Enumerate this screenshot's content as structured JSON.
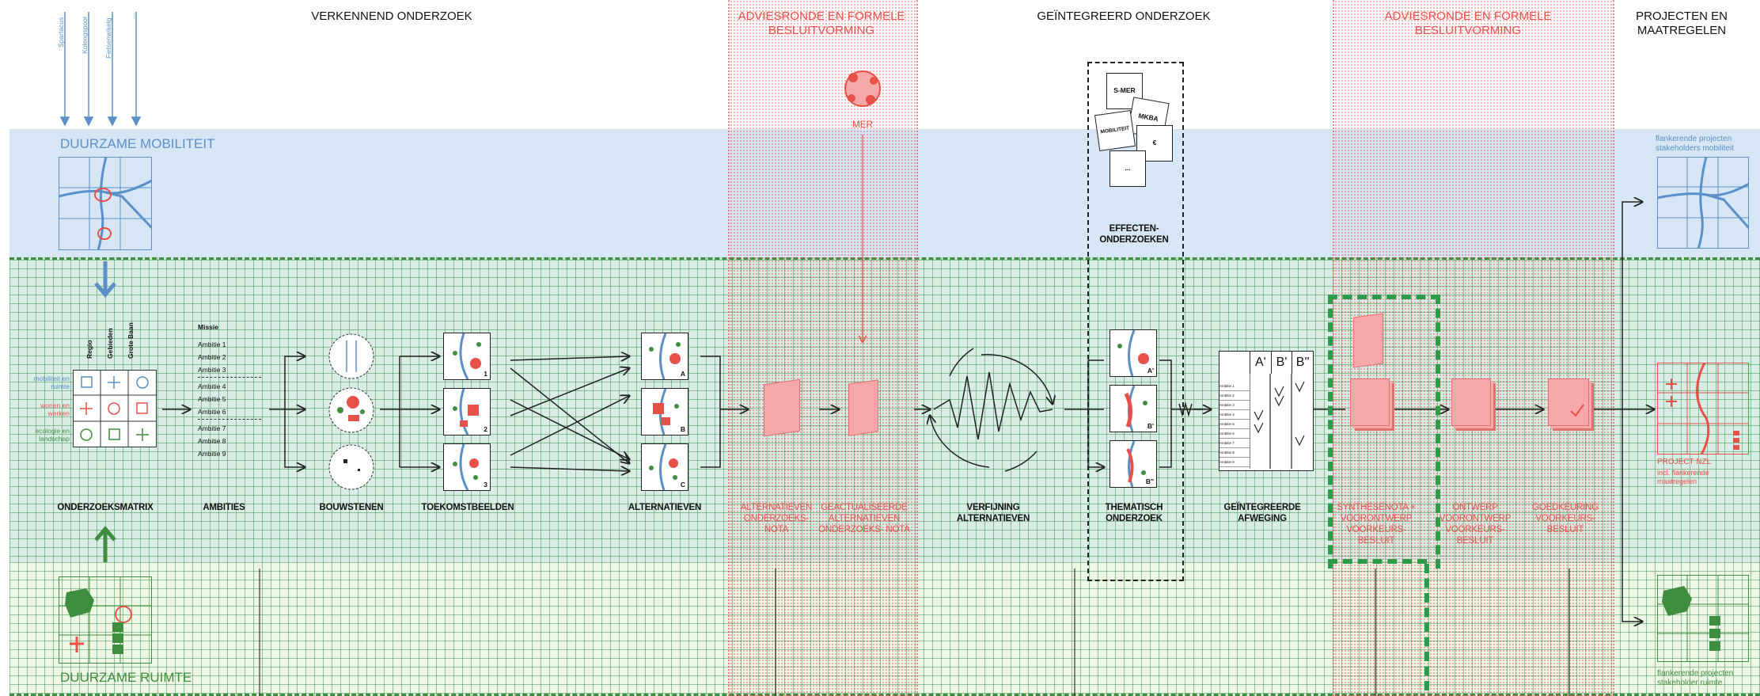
{
  "inputs": [
    "Spartacus",
    "Kolengspoor",
    "Fietsenwikelg",
    "..."
  ],
  "phases": {
    "verkennend": "VERKENNEND ONDERZOEK",
    "advies1": "ADVIESRONDE EN FORMELE BESLUITVORMING",
    "geintegreerd": "GEÏNTEGREERD ONDERZOEK",
    "advies2": "ADVIESRONDE EN FORMELE BESLUITVORMING",
    "projecten": "PROJECTEN EN MAATREGELEN"
  },
  "bands": {
    "mobiliteit": "DUURZAME MOBILITEIT",
    "ruimte": "DUURZAME RUIMTE"
  },
  "mer": "MER",
  "effecten": {
    "title": "EFFECTEN-ONDERZOEKEN",
    "cards": [
      "S-MER",
      "MKBA",
      "MOBILITEIT",
      "€",
      "..."
    ]
  },
  "matrix": {
    "cols": [
      "Regio",
      "Gebieden",
      "Grote Baan"
    ],
    "rows": [
      "mobiliteit en ruimte",
      "wonen en werken",
      "ecologie en landschap"
    ]
  },
  "ambities": [
    "Missie",
    "Ambitie 1",
    "Ambitie 2",
    "Ambitie 3",
    "Ambitie 4",
    "Ambitie 5",
    "Ambitie 6",
    "Ambitie 7",
    "Ambitie 8",
    "Ambitie 9"
  ],
  "toekomst_nums": [
    "1",
    "2",
    "3"
  ],
  "alt_letters": [
    "A",
    "B",
    "C"
  ],
  "them_letters": [
    "A'",
    "B'",
    "B''"
  ],
  "afweging_header": [
    "A'",
    "B'",
    "B''"
  ],
  "afweging_rows": [
    "Ambitie 1",
    "Ambitie 2",
    "Ambitie 3",
    "Ambitie 4",
    "Ambitie 5",
    "Ambitie 6",
    "Ambitie 7",
    "Ambitie 8",
    "Ambitie 9"
  ],
  "steps": {
    "onderzoeksmatrix": "ONDERZOEKSMATRIX",
    "ambities": "AMBITIES",
    "bouwstenen": "BOUWSTENEN",
    "toekomstbeelden": "TOEKOMSTBEELDEN",
    "alternatieven": "ALTERNATIEVEN",
    "alt_nota": "ALTERNATIEVEN ONDERZOEKS- NOTA",
    "geactualiseerde": "GEACTUALISEERDE ALTERNATIEVEN ONDERZOEKS- NOTA",
    "verfijning": "VERFIJNING ALTERNATIEVEN",
    "thematisch": "THEMATISCH ONDERZOEK",
    "afweging": "GEÏNTEGREERDE AFWEGING",
    "synthese": "SYNTHESENOTA + VOORONTWERP VOORKEURS- BESLUIT",
    "ontwerp": "ONTWERP VOORONTWERP VOORKEURS- BESLUIT",
    "goedkeuring": "GOEDKEURING VOORKEURS- BESLUIT"
  },
  "right": {
    "mob_text": "flankerende projecten stakeholders mobiliteit",
    "nzl_title": "PROJECT NZL",
    "nzl_text": "incl. flankerende maatregelen",
    "ruimte_text": "flankerende projecten stakeholder ruimte"
  },
  "colors": {
    "blue": "#5a8fc8",
    "red": "#e8504a",
    "green": "#3f8e3f"
  }
}
